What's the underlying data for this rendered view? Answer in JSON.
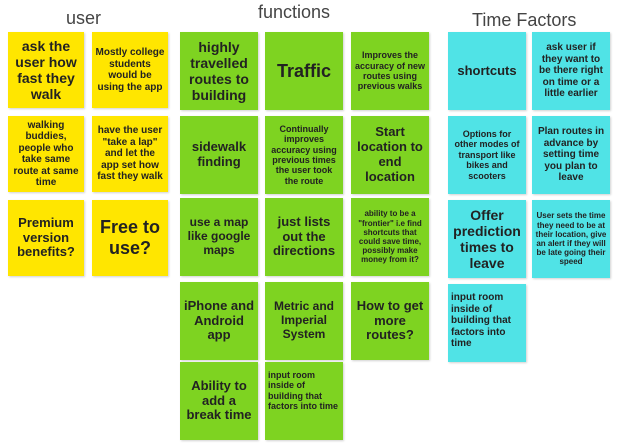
{
  "headers": {
    "user": "user",
    "functions": "functions",
    "time_factors": "Time Factors"
  },
  "colors": {
    "yellow": "#FFE600",
    "green": "#7ED321",
    "cyan": "#50E3E6"
  },
  "user_notes": [
    "ask the user how fast they walk",
    "Mostly college students would be using the app",
    "walking buddies, people who take same route at same time",
    "have the user \"take a lap\" and let the app set how fast they walk",
    "Premium version benefits?",
    "Free to use?"
  ],
  "functions_notes": [
    "highly travelled routes to building",
    "Traffic",
    "Improves the accuracy of new routes using previous walks",
    "sidewalk finding",
    "Continually improves accuracy using previous times the user took the route",
    "Start location to end location",
    "use a map like google maps",
    "just lists out the directions",
    "ability to be a \"frontier\" i.e find shortcuts that could save time, possibly make money from it?",
    "iPhone and Android app",
    "Metric and Imperial System",
    "How to get more routes?",
    "Ability to add a break time",
    "input room inside of building that factors into time"
  ],
  "time_notes": [
    "shortcuts",
    "ask user if they want to be there right on time or a little earlier",
    "Options for other modes of transport like bikes and scooters",
    "Plan routes in advance by setting time you plan to leave",
    "Offer prediction times to leave",
    "User sets the time they need to be at their location, give an alert if they will be late going their speed",
    "input room inside of building that factors into time"
  ]
}
